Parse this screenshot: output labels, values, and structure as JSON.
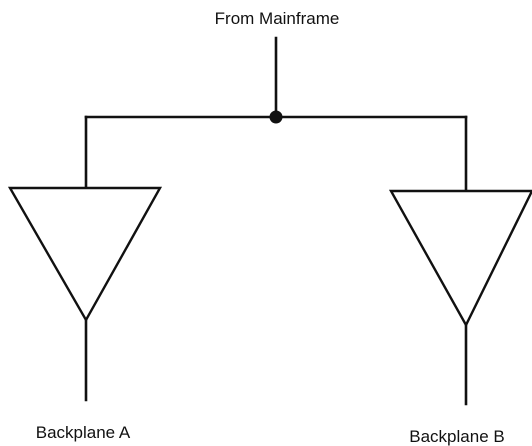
{
  "labels": {
    "input": "From Mainframe",
    "output_a": "Backplane A",
    "output_b": "Backplane B"
  },
  "colors": {
    "line": "#111111",
    "background": "#ffffff"
  },
  "symbols": {
    "junction": "junction-dot",
    "buffers": [
      "buffer-triangle-a",
      "buffer-triangle-b"
    ]
  }
}
